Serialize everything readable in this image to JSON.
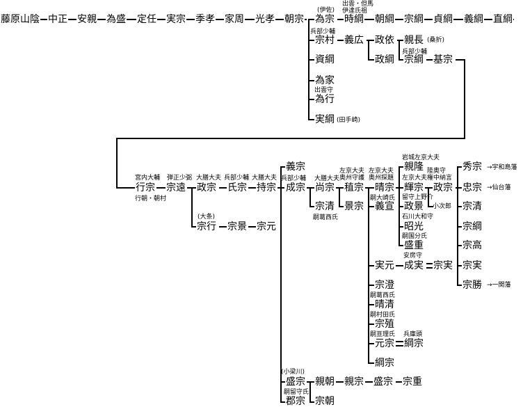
{
  "names": {
    "fujiwara": "藤原山陰",
    "nakamasa": "中正",
    "yasuchika": "安親",
    "tamemori": "為盛",
    "sadato": "定任",
    "sanemune1": "実宗",
    "suetaka": "季孝",
    "iechika": "家周",
    "mitsutaka": "光孝",
    "tomomune1": "朝宗",
    "tamemune": "為宗",
    "munemura": "宗村",
    "sukezuna": "資綱",
    "tameie": "為家",
    "tameyuki": "為行",
    "sanetsuna": "実綱",
    "tokitsuna": "時綱",
    "tomotsuna": "朝綱",
    "munetsuna1": "宗綱",
    "sadatsuna": "貞綱",
    "yoshitsuna": "義綱",
    "naotsuna": "直綱",
    "yoshihiro": "義広",
    "masayori": "政依",
    "masatsuna": "政綱",
    "chikanaga": "親長",
    "munetsuna2": "宗綱",
    "motomune": "基宗",
    "yukimune": "行宗",
    "munetoo": "宗遠",
    "masamune1": "政宗",
    "ujimune": "氏宗",
    "mochimune": "持宗",
    "munetsura": "宗行",
    "munekage": "宗景",
    "munemoto": "宗元",
    "yoshimune": "義宗",
    "shigemune": "成宗",
    "hisamune": "尚宗",
    "munekiyo1": "宗清",
    "tanemune": "稙宗",
    "kagemune": "景宗",
    "harumune": "晴宗",
    "yoshinao": "義宣",
    "chikataka": "親隆",
    "terumune": "輝宗",
    "masakage": "政景",
    "akimitsu": "昭光",
    "morishige": "盛重",
    "masamune2": "政宗",
    "kojiro": "小次郎",
    "hidemune": "秀宗",
    "tadamune": "忠宗",
    "munekiyo2": "宗清",
    "munetsuna3": "宗綱",
    "munetaka": "宗高",
    "munezane": "宗実",
    "munekatsu": "宗勝",
    "sanemoto": "実元",
    "shigezane": "成実",
    "sanemune2": "宗実",
    "munezumi": "宗澄",
    "harukiyo": "晴清",
    "muneshige": "宗殖",
    "motomune2": "元宗",
    "shigemune2": "綱宗",
    "tsunamune": "綱宗",
    "morimune": "盛宗",
    "chikatomo": "親朝",
    "chikamune": "親宗",
    "morimune2": "盛宗",
    "muneshige2": "宗重",
    "gunmune": "郡宗",
    "munetomo": "宗朝"
  },
  "notes": {
    "iza": "(伊佐)",
    "hyobu1": "兵部少輔",
    "izumo": "出雲・但馬",
    "datesoshi": "伊達氏祖",
    "izumonokami": "出雲守",
    "tetesaki": "(田手崎)",
    "kuwaori": "(桑折)",
    "hyobu2": "兵部少輔",
    "kunai": "宮内大輔",
    "danjo": "弾正少弼",
    "daizen1": "大膳大夫",
    "hyobu3": "兵部少輔",
    "daizen2": "大膳大夫",
    "yukitomo": "行朝・朝村",
    "hyobu4": "兵部少輔",
    "daizen3": "大膳大夫",
    "sakyo1": "左京大夫",
    "oshu1": "奥州守護",
    "sakyo2": "左京大夫",
    "oshu2": "奥州探題",
    "ozeki": "(大条)",
    "kasai": "嗣葛西氏",
    "osaki": "嗣大崎氏",
    "iwaki": "岩城左京大夫",
    "sakyo3": "左京大夫",
    "mutsu": "陸奥守",
    "gonchu": "権中納言",
    "rusu": "留守上野介",
    "ishikawa": "石川大和守",
    "kokubun": "嗣国分氏",
    "awa": "安房守",
    "kasai2": "嗣葛西氏",
    "murata": "嗣村田氏",
    "watari": "嗣亘理氏",
    "hyogo": "兵庫頭",
    "uwajima": "→宇和島藩",
    "sendai": "→仙台藩",
    "ichinoseki": "→一関藩",
    "koyanagawa": "(小梁川)",
    "rusushi": "嗣留守氏"
  }
}
